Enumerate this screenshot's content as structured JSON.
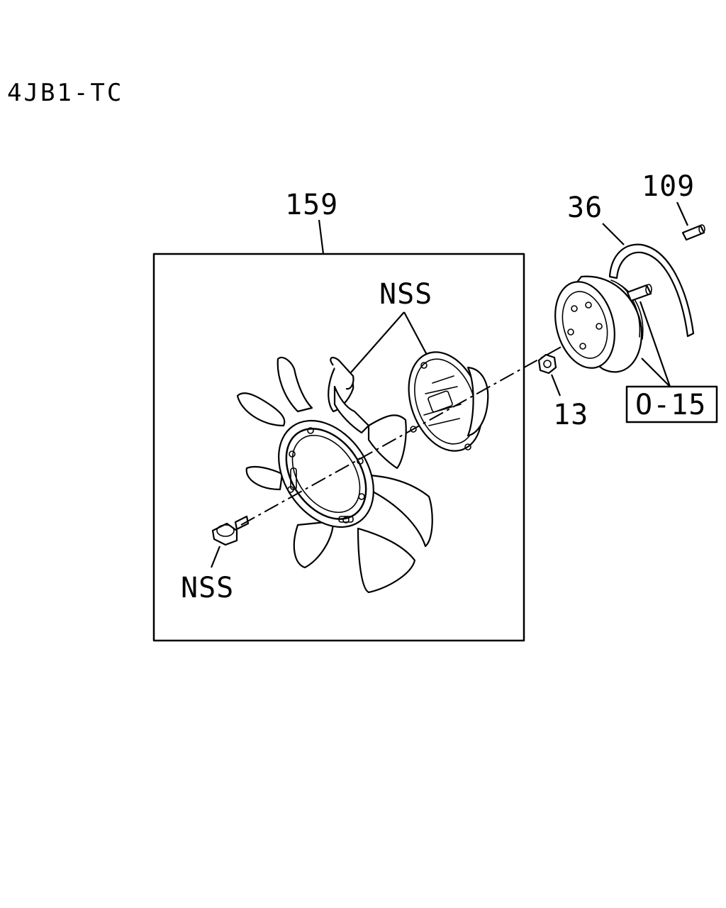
{
  "diagram": {
    "title": "4JB1-TC",
    "labels": {
      "fan_assembly": "159",
      "belt": "36",
      "stud": "109",
      "nut": "13",
      "clutch_nss": "NSS",
      "bolt_nss": "NSS",
      "reference": "O-15"
    }
  }
}
